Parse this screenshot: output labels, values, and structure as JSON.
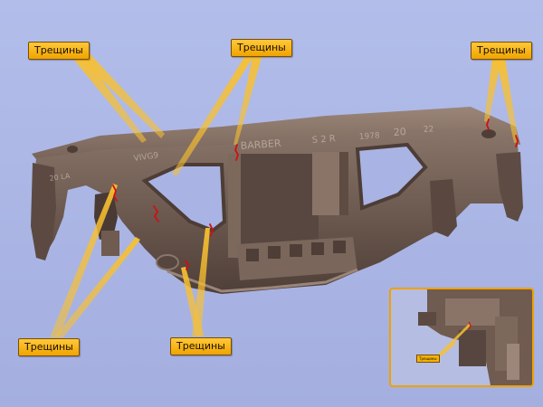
{
  "colors": {
    "background": "#adb8e8",
    "casting": "#6e5a50",
    "casting_dark": "#4d3d36",
    "casting_light": "#8f7a6e",
    "crack": "#cc1010",
    "label_fill": "#f5b000",
    "inset_border": "#f0a000"
  },
  "labels": {
    "top_left": "Трещины",
    "top_center": "Трещины",
    "top_right": "Трещины",
    "bottom_left": "Трещины",
    "bottom_center": "Трещины"
  },
  "casting_marks": {
    "brand": "BARBER",
    "marking_1": "S 2 R",
    "marking_2": "1978",
    "marking_3": "20",
    "marking_4": "22",
    "left_marking": "VIVG9",
    "left_code": "20 LA"
  },
  "inset": {
    "label": "Трещины"
  }
}
